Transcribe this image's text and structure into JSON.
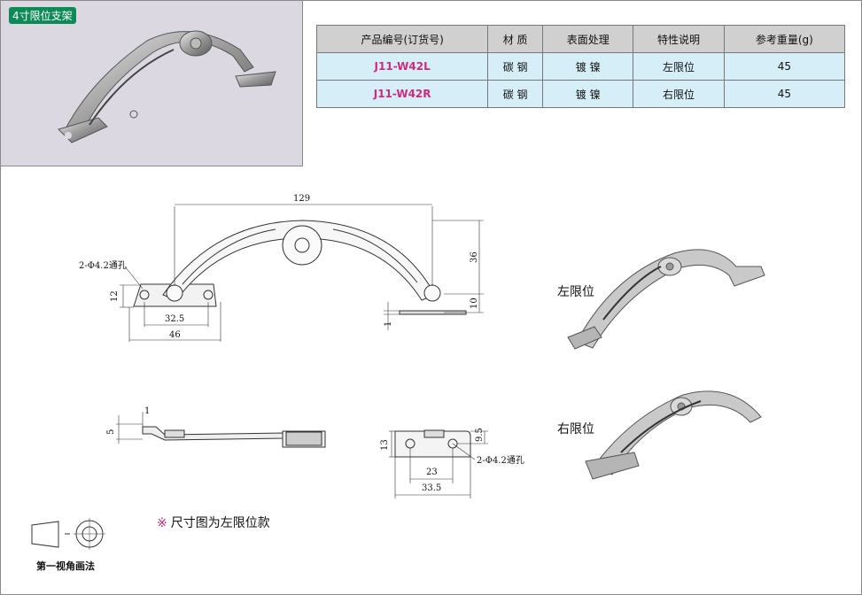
{
  "product_title": "4寸限位支架",
  "table": {
    "headers": [
      "产品编号(订货号)",
      "材 质",
      "表面处理",
      "特性说明",
      "参考重量(g)"
    ],
    "rows": [
      [
        "J11-W42L",
        "碳 钢",
        "镀 镍",
        "左限位",
        "45"
      ],
      [
        "J11-W42R",
        "碳 钢",
        "镀 镍",
        "右限位",
        "45"
      ]
    ]
  },
  "dimensions": {
    "length": "129",
    "height": "36",
    "pin_height": "10",
    "left_height": "12",
    "hole_spacing": "32.5",
    "foot_width": "46",
    "plate_thk": "1",
    "hole_note": "2-Φ4.2通孔",
    "side_thk": "1",
    "side_height": "5",
    "side_plate": "13",
    "side_offset": "9.5",
    "side_hole_spacing": "23",
    "side_width": "33.5",
    "side_hole_note": "2-Φ4.2通孔"
  },
  "labels": {
    "left_limit": "左限位",
    "right_limit": "右限位",
    "note_mark": "※",
    "note_text": "尺寸图为左限位款",
    "projection": "第一视角画法"
  }
}
